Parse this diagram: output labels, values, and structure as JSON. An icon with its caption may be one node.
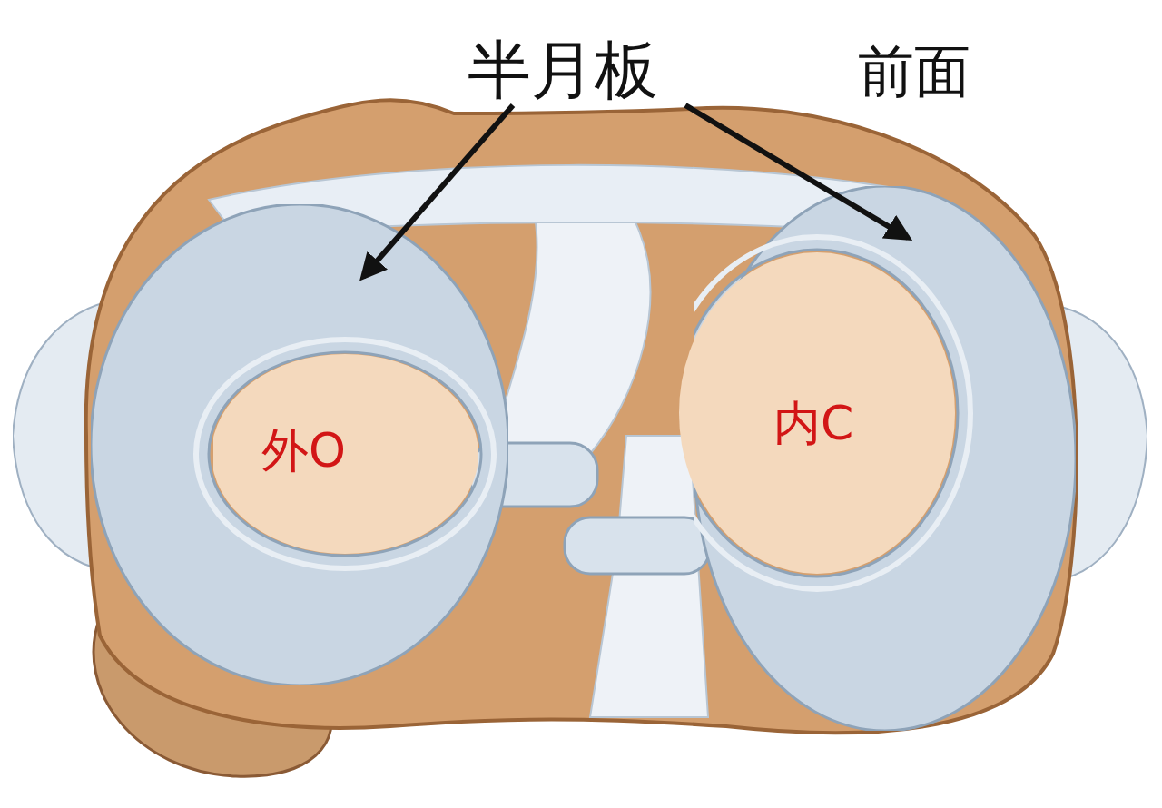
{
  "diagram": {
    "nodes": [
      {
        "text": [
          "半月板"
        ]
      },
      {
        "text": [],
        "shape": "picture"
      },
      {
        "text": [],
        "shape": "picture"
      }
    ],
    "edges": [
      {
        "from": 0,
        "to": 1,
        "arrow": "to"
      },
      {
        "from": 0,
        "to": 2,
        "arrow": "to"
      }
    ],
    "labels": [
      "前面",
      "外O",
      "内C"
    ]
  }
}
